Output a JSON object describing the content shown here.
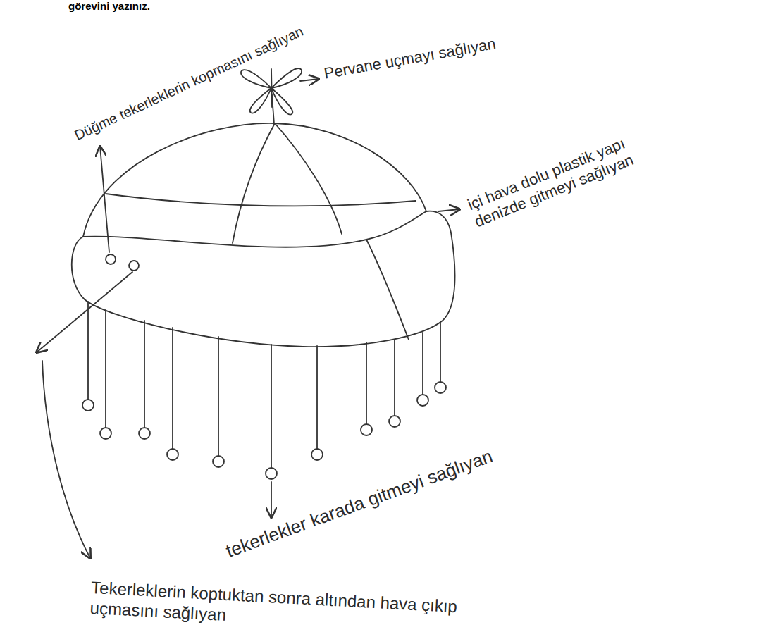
{
  "diagram": {
    "labels": [
      "görevini yazınız.",
      "Düğme tekerleklerin kopmasını sağlıyan",
      "Pervane uçmayı sağlıyan",
      "içi hava dolu plastik yapı denizde gitmeyi sağlıyan",
      "tekerlekler karada gitmeyi sağlıyan",
      "Tekerleklerin koptuktan sonra altından hava çıkıp uçmasını sağlıyan"
    ]
  }
}
